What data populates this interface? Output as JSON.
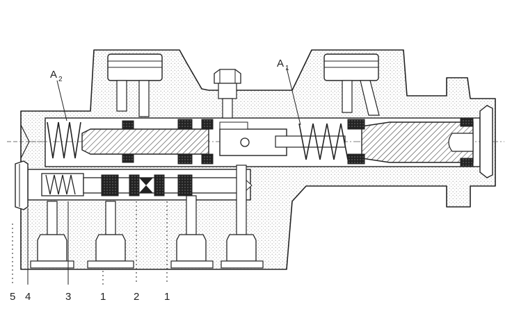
{
  "labels": {
    "a2": {
      "main": "A",
      "sub": "2"
    },
    "a1": {
      "main": "A",
      "sub": "1"
    }
  },
  "callouts": [
    "5",
    "4",
    "3",
    "1",
    "2",
    "1"
  ],
  "colors": {
    "ink": "#222222",
    "paper": "#ffffff",
    "stipple": "#9a9a9a"
  }
}
